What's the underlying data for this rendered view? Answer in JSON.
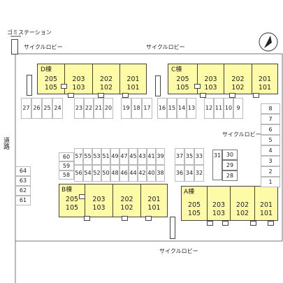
{
  "labels": {
    "gomi": "ゴミステーション",
    "cycle_tl": "サイクルロビー",
    "cycle_tc": "サイクルロビー",
    "cycle_right": "サイクルロビー",
    "cycle_bottom": "サイクルロビー",
    "road": "道路"
  },
  "buildings": [
    {
      "id": "D",
      "name": "D棟",
      "units": [
        [
          "205",
          "105"
        ],
        [
          "203",
          "103"
        ],
        [
          "202",
          "102"
        ],
        [
          "201",
          "101"
        ]
      ]
    },
    {
      "id": "C",
      "name": "C棟",
      "units": [
        [
          "205",
          "105"
        ],
        [
          "203",
          "103"
        ],
        [
          "202",
          "102"
        ],
        [
          "201",
          "101"
        ]
      ]
    },
    {
      "id": "B",
      "name": "B棟",
      "units": [
        [
          "205",
          "105"
        ],
        [
          "203",
          "103"
        ],
        [
          "202",
          "102"
        ],
        [
          "201",
          "101"
        ]
      ]
    },
    {
      "id": "A",
      "name": "A棟",
      "units": [
        [
          "205",
          "105"
        ],
        [
          "203",
          "103"
        ],
        [
          "202",
          "102"
        ],
        [
          "201",
          "101"
        ]
      ]
    }
  ],
  "parking": {
    "row_d": [
      "27",
      "26",
      "25",
      "24"
    ],
    "row_mid1": [
      "23",
      "22",
      "21",
      "20"
    ],
    "row_mid2": [
      "19",
      "18",
      "17"
    ],
    "row_c1": [
      "16",
      "15",
      "14",
      "13"
    ],
    "row_c2": [
      "12",
      "11",
      "10",
      "9"
    ],
    "right_col": [
      "8",
      "7",
      "6",
      "5",
      "4",
      "3",
      "2",
      "1"
    ],
    "left_col": [
      "64",
      "63",
      "62",
      "61"
    ],
    "center_left": [
      "60",
      "59",
      "58"
    ],
    "center_top": [
      "57",
      "55",
      "53",
      "51",
      "49",
      "47",
      "45",
      "43",
      "41",
      "39"
    ],
    "center_bottom": [
      "56",
      "54",
      "52",
      "50",
      "48",
      "46",
      "44",
      "42",
      "40",
      "38"
    ],
    "right_block_top": [
      "37",
      "35",
      "33"
    ],
    "right_block_bottom": [
      "36",
      "34",
      "32"
    ],
    "near_a": [
      "31",
      "30",
      "29",
      "28"
    ]
  },
  "compass": "N"
}
